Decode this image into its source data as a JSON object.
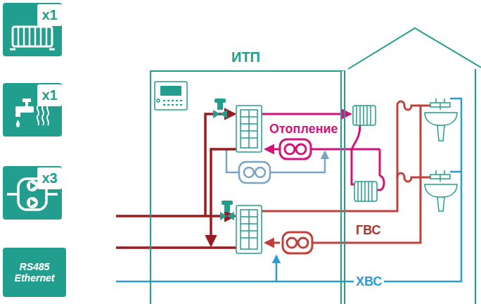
{
  "diagram": {
    "nodes": [
      {
        "text": [
          "x1"
        ]
      },
      {
        "text": [
          "x1"
        ]
      },
      {
        "text": [
          "x3"
        ]
      },
      {
        "text": [
          "RS485 Ethernet"
        ]
      },
      {
        "text": [
          "ИТП"
        ]
      }
    ],
    "labels": [
      "Отопление",
      "ГВС",
      "ХВС"
    ]
  }
}
